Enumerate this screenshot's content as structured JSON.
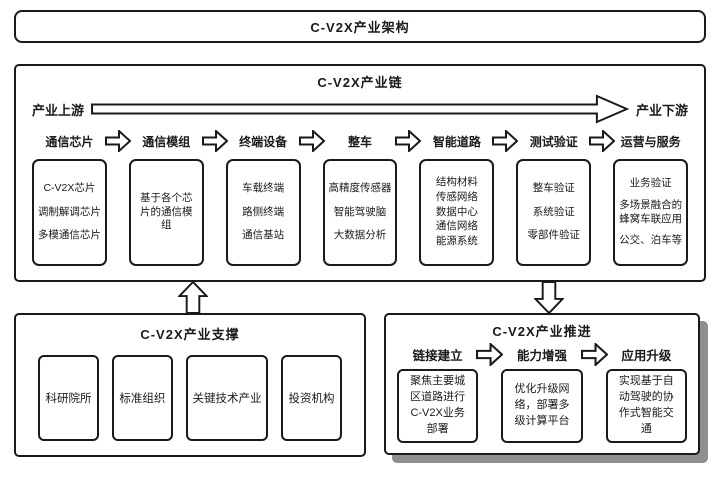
{
  "page_title": "C-V2X产业架构",
  "colors": {
    "line": "#1a1a1a",
    "background": "#ffffff",
    "promotion_shadow": "#8f8f8f"
  },
  "chain": {
    "title": "C-V2X产业链",
    "upstream_label": "产业上游",
    "downstream_label": "产业下游",
    "stages": [
      {
        "label": "通信芯片",
        "items": [
          "C-V2X芯片",
          "调制解调芯片",
          "多模通信芯片"
        ]
      },
      {
        "label": "通信模组",
        "items": [
          "基于各个芯片的通信模组"
        ]
      },
      {
        "label": "终端设备",
        "items": [
          "车载终端",
          "路侧终端",
          "通信基站"
        ]
      },
      {
        "label": "整车",
        "items": [
          "高精度传感器",
          "智能驾驶脑",
          "大数据分析"
        ]
      },
      {
        "label": "智能道路",
        "items": [
          "结构材料",
          "传感网络",
          "数据中心",
          "通信网络",
          "能源系统"
        ]
      },
      {
        "label": "测试验证",
        "items": [
          "整车验证",
          "系统验证",
          "零部件验证"
        ]
      },
      {
        "label": "运营与服务",
        "items": [
          "业务验证",
          "多场景融合的蜂窝车联应用",
          "公交、泊车等"
        ]
      }
    ]
  },
  "support": {
    "title": "C-V2X产业支撑",
    "items": [
      "科研院所",
      "标准组织",
      "关键技术产业",
      "投资机构"
    ]
  },
  "promotion": {
    "title": "C-V2X产业推进",
    "stages": [
      {
        "label": "链接建立",
        "detail": "聚焦主要城区道路进行C-V2X业务部署"
      },
      {
        "label": "能力增强",
        "detail": "优化升级网络，部署多级计算平台"
      },
      {
        "label": "应用升级",
        "detail": "实现基于自动驾驶的协作式智能交通"
      }
    ]
  }
}
